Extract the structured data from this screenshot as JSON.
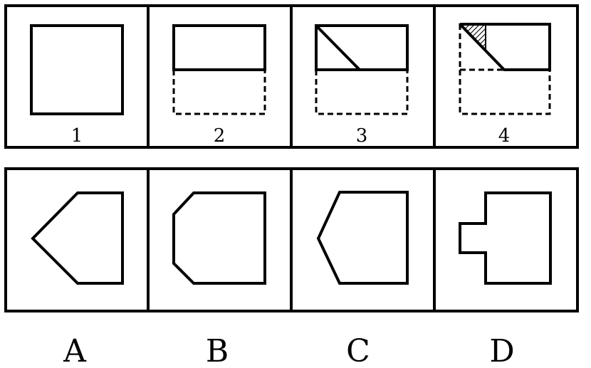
{
  "steps": [
    {
      "number": "1"
    },
    {
      "number": "2"
    },
    {
      "number": "3"
    },
    {
      "number": "4"
    }
  ],
  "options": [
    {
      "letter": "A"
    },
    {
      "letter": "B"
    },
    {
      "letter": "C"
    },
    {
      "letter": "D"
    }
  ],
  "colors": {
    "line": "#000000",
    "background": "#ffffff"
  }
}
